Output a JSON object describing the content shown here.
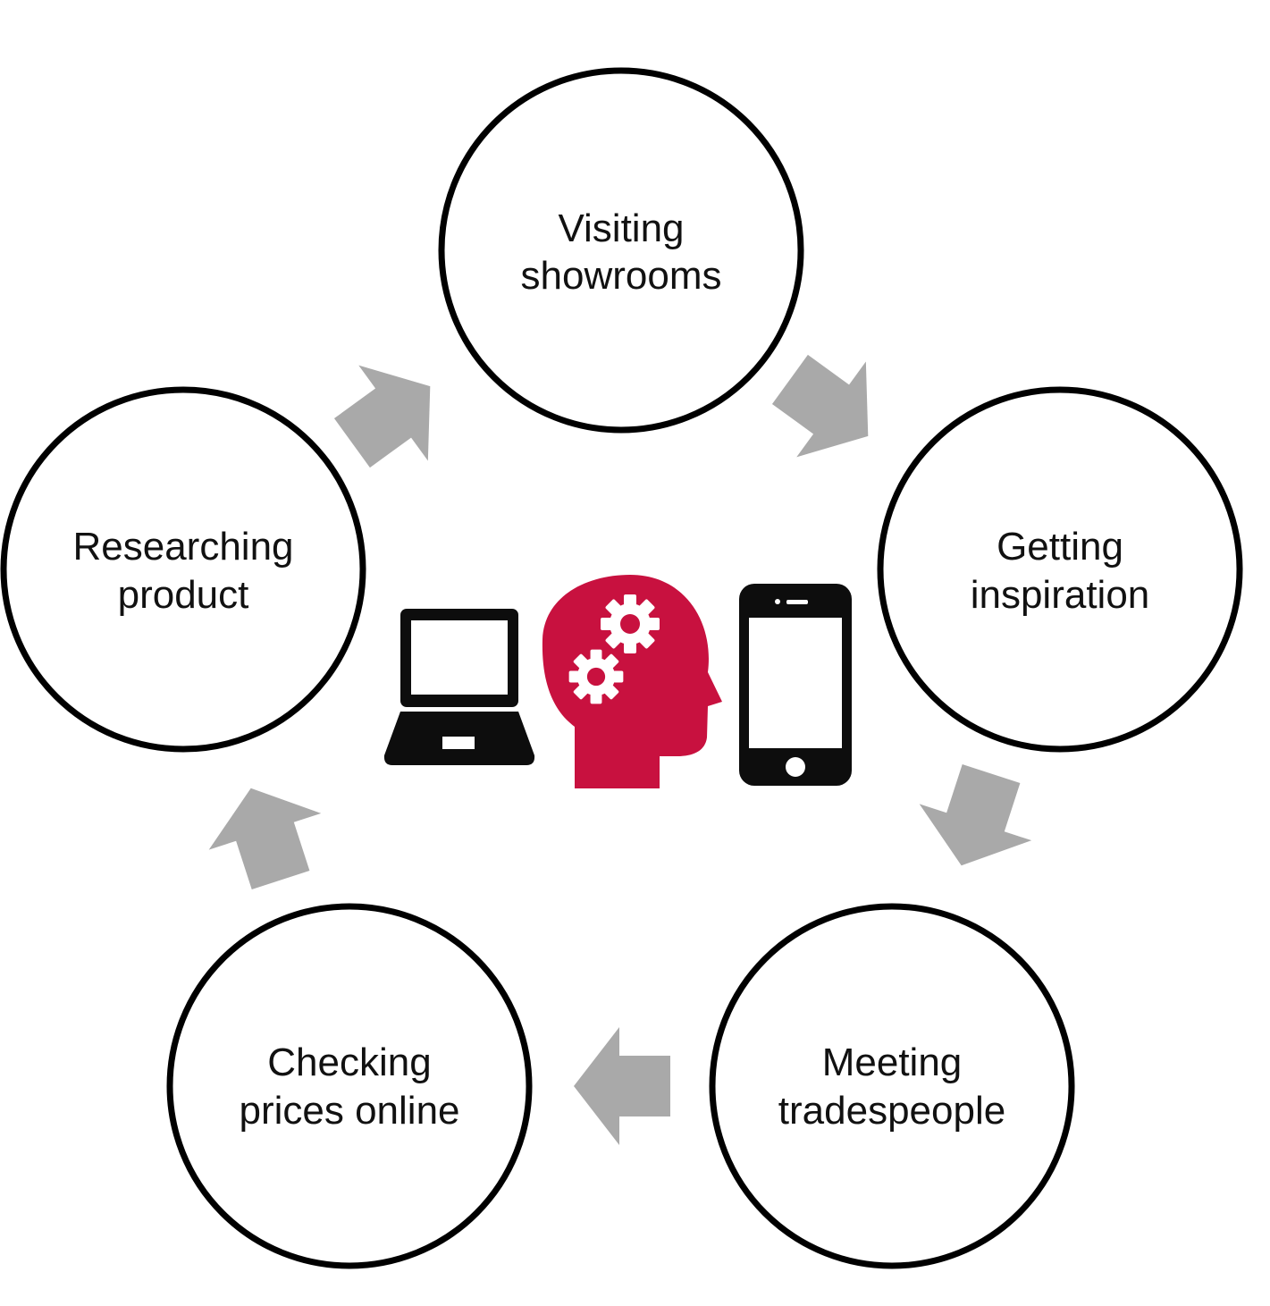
{
  "colors": {
    "circle_stroke": "#000000",
    "arrow_fill": "#a9a9a9",
    "head_fill": "#c8113f",
    "device_fill": "#0d0d0d"
  },
  "cycle": {
    "nodes": [
      {
        "line1": "Visiting",
        "line2": "showrooms"
      },
      {
        "line1": "Getting",
        "line2": "inspiration"
      },
      {
        "line1": "Meeting",
        "line2": "tradespeople"
      },
      {
        "line1": "Checking",
        "line2": "prices online"
      },
      {
        "line1": "Researching",
        "line2": "product"
      }
    ],
    "direction": "clockwise"
  },
  "center_icons": [
    "laptop-icon",
    "head-gears-icon",
    "smartphone-icon"
  ]
}
